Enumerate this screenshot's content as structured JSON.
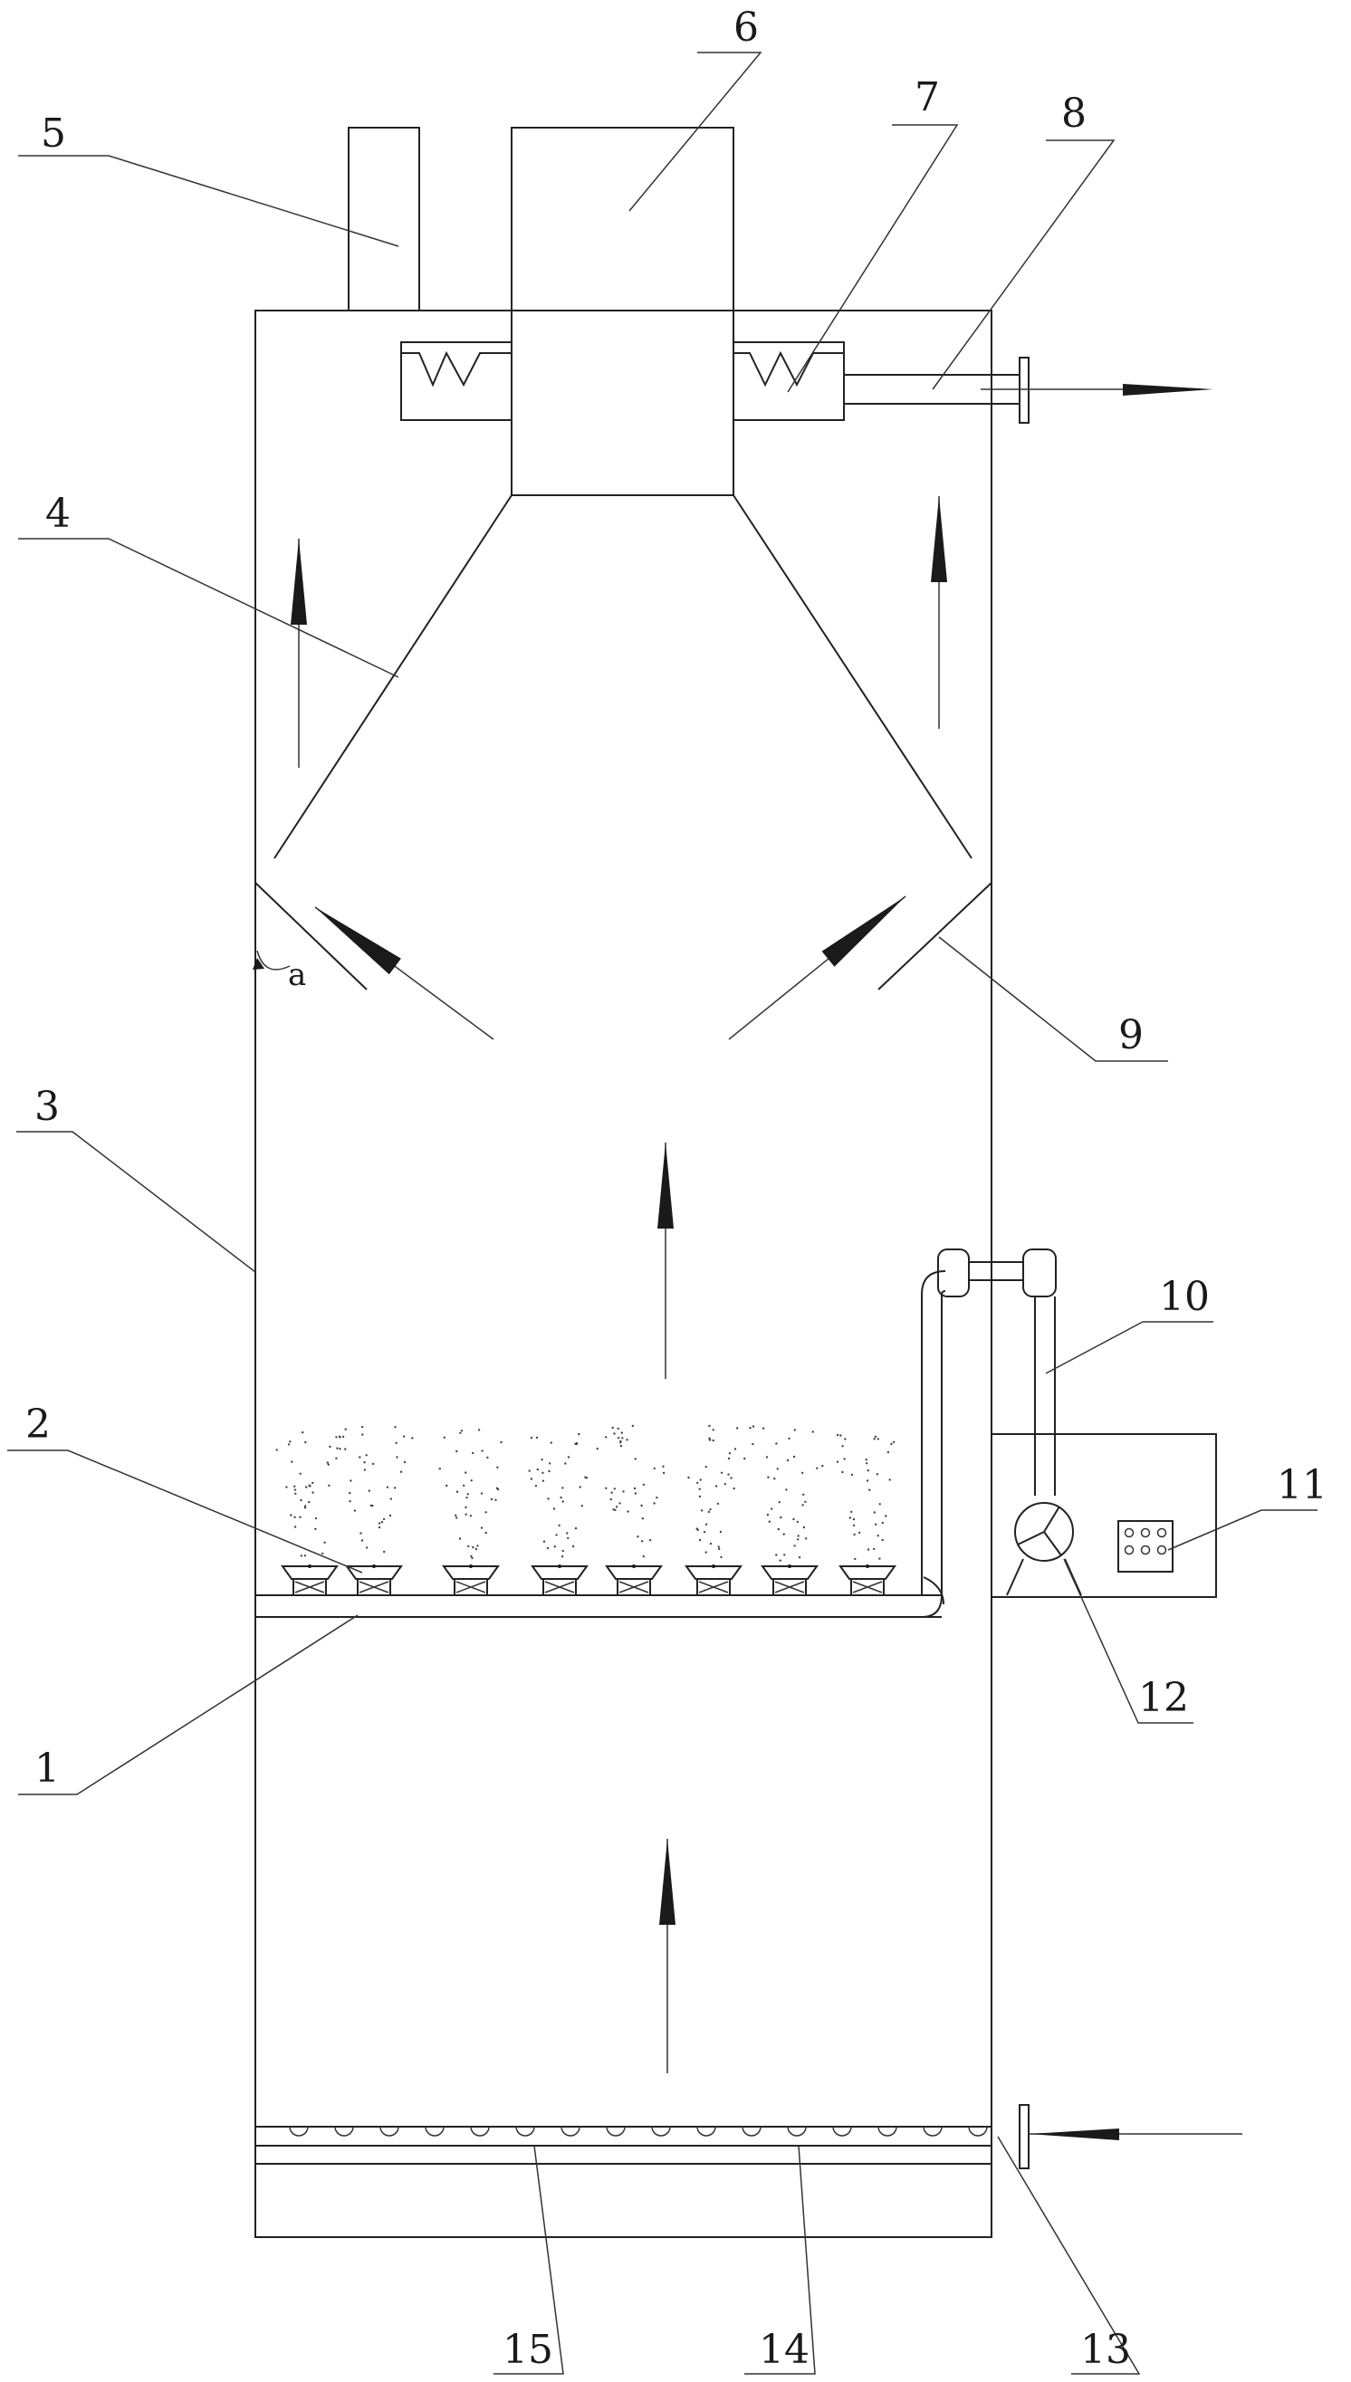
{
  "labels": {
    "l1": "1",
    "l2": "2",
    "l3": "3",
    "l4": "4",
    "l5": "5",
    "l6": "6",
    "l7": "7",
    "l8": "8",
    "l9": "9",
    "l10": "10",
    "l11": "11",
    "l12": "12",
    "l13": "13",
    "l14": "14",
    "l15": "15"
  },
  "angle_label": "a",
  "colors": {
    "line": "#222222",
    "arrow": "#1a1a1a",
    "background": "#ffffff"
  }
}
